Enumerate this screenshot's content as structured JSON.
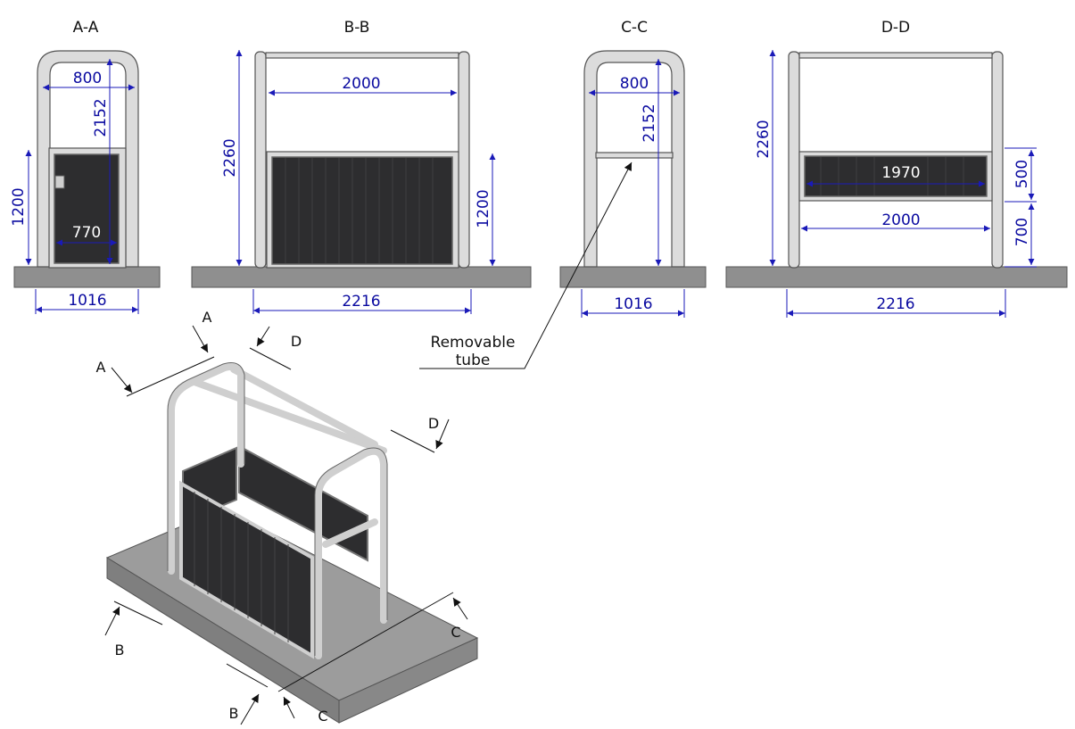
{
  "views": {
    "aa": {
      "title": "A-A",
      "dim_width": "800",
      "dim_height": "2152",
      "dim_panel_height": "1200",
      "dim_panel_width": "770",
      "dim_base": "1016"
    },
    "bb": {
      "title": "B-B",
      "dim_span": "2000",
      "dim_height": "2260",
      "dim_panel_height": "1200",
      "dim_base": "2216"
    },
    "cc": {
      "title": "C-C",
      "dim_width": "800",
      "dim_height": "2152",
      "dim_base": "1016"
    },
    "dd": {
      "title": "D-D",
      "dim_height": "2260",
      "dim_panel_width": "1970",
      "dim_panel_height": "500",
      "dim_span": "2000",
      "dim_floor_gap": "700",
      "dim_base": "2216"
    }
  },
  "callout": {
    "line1": "Removable",
    "line2": "tube"
  },
  "section_markers": {
    "a": "A",
    "b": "B",
    "c": "C",
    "d": "D"
  },
  "colors": {
    "dimension": "#1a1ab8",
    "panel": "#2d2d2f",
    "tube": "#dcdcdc",
    "base": "#8f8f8f"
  }
}
